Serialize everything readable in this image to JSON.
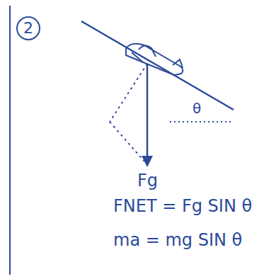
{
  "diagram": {
    "labels": [
      "2",
      "θ",
      "Fg",
      "FNET = Fg SIN θ",
      "ma = mg SIN θ"
    ]
  }
}
